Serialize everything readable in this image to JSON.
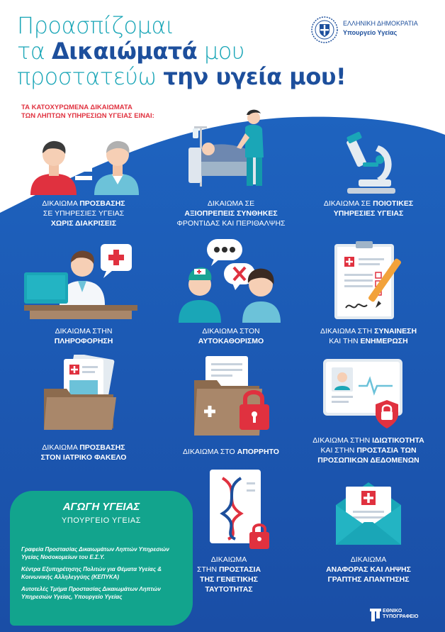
{
  "header": {
    "line1": "Προασπίζομαι",
    "line2_pre": "τα ",
    "line2_bold": "Δικαιώματά",
    "line2_post": " μου",
    "line3_pre": "προστατεύω ",
    "line3_bold": "την υγεία μου!"
  },
  "government": {
    "name": "ΕΛΛΗΝΙΚΗ ΔΗΜΟΚΡΑΤΙΑ",
    "ministry": "Υπουργείο Υγείας"
  },
  "subtitle": {
    "line1": "ΤΑ ΚΑΤΟΧΥΡΩΜΕΝΑ ΔΙΚΑΙΩΜΑΤΑ",
    "line2": "ΤΩΝ ΛΗΠΤΩΝ ΥΠΗΡΕΣΙΩΝ ΥΓΕΙΑΣ ΕΙΝΑΙ:"
  },
  "rights": [
    {
      "l1a": "ΔΙΚΑΙΩΜΑ ",
      "l1b": "ΠΡΟΣΒΑΣΗΣ",
      "l2": "ΣΕ ΥΠΗΡΕΣΙΕΣ ΥΓΕΙΑΣ",
      "l3": "ΧΩΡΙΣ ΔΙΑΚΡΙΣΕΙΣ"
    },
    {
      "l1": "ΔΙΚΑΙΩΜΑ ΣΕ",
      "l2": "ΑΞΙΟΠΡΕΠΕΙΣ ΣΥΝΘΗΚΕΣ",
      "l3": "ΦΡΟΝΤΙΔΑΣ ΚΑΙ ΠΕΡΙΘΑΛΨΗΣ"
    },
    {
      "l1a": "ΔΙΚΑΙΩΜΑ ΣΕ ",
      "l1b": "ΠΟΙΟΤΙΚΕΣ",
      "l2": "ΥΠΗΡΕΣΙΕΣ ΥΓΕΙΑΣ"
    },
    {
      "l1": "ΔΙΚΑΙΩΜΑ ΣΤΗΝ",
      "l2": "ΠΛΗΡΟΦΟΡΗΣΗ"
    },
    {
      "l1": "ΔΙΚΑΙΩΜΑ ΣΤΟΝ",
      "l2": "ΑΥΤΟΚΑΘΟΡΙΣΜΟ"
    },
    {
      "l1a": "ΔΙΚΑΙΩΜΑ ΣΤΗ ",
      "l1b": "ΣΥΝΑΙΝΕΣΗ",
      "l2a": "ΚΑΙ ΤΗΝ ",
      "l2b": "ΕΝΗΜΕΡΩΣΗ"
    },
    {
      "l1a": "ΔΙΚΑΙΩΜΑ ",
      "l1b": "ΠΡΟΣΒΑΣΗΣ",
      "l2": "ΣΤΟΝ ΙΑΤΡΙΚΟ ΦΑΚΕΛΟ"
    },
    {
      "l1a": "ΔΙΚΑΙΩΜΑ ΣΤΟ ",
      "l1b": "ΑΠΟΡΡΗΤΟ"
    },
    {
      "l1a": "ΔΙΚΑΙΩΜΑ ΣΤΗΝ ",
      "l1b": "ΙΔΙΩΤΙΚΟΤΗΤΑ",
      "l2a": "ΚΑΙ ΣΤΗΝ ",
      "l2b": "ΠΡΟΣΤΑΣΙΑ ΤΩΝ",
      "l3": "ΠΡΟΣΩΠΙΚΩΝ ΔΕΔΟΜΕΝΩΝ"
    },
    {
      "l1": "ΔΙΚΑΙΩΜΑ",
      "l2a": "ΣΤΗΝ ",
      "l2b": "ΠΡΟΣΤΑΣΙΑ",
      "l3": "ΤΗΣ ΓΕΝΕΤΙΚΗΣ",
      "l4": "ΤΑΥΤΟΤΗΤΑΣ"
    },
    {
      "l1": "ΔΙΚΑΙΩΜΑ",
      "l2": "ΑΝΑΦΟΡΑΣ ΚΑΙ ΛΗΨΗΣ",
      "l3": "ΓΡΑΠΤΗΣ ΑΠΑΝΤΗΣΗΣ"
    }
  ],
  "info_box": {
    "brand": "ΑΓΩΓΗ ΥΓΕΙΑΣ",
    "ministry": "ΥΠΟΥΡΓΕΙΟ ΥΓΕΙΑΣ",
    "items": [
      "Γραφεία Προστασίας Δικαιωμάτων Ληπτών Υπηρεσιών Υγείας Νοσοκομείων του Ε.Σ.Υ.",
      "Κέντρα Εξυπηρέτησης Πολιτών για Θέματα Υγείας & Κοινωνικής Αλληλεγγύης (ΚΕΠΥΚΑ)",
      "Αυτοτελές Τμήμα Προστασίας Δικαιωμάτων Ληπτών Υπηρεσιών Υγείας, Υπουργείο Υγείας"
    ]
  },
  "footer": {
    "line1": "ΕΘΝΙΚΟ",
    "line2": "ΤΥΠΟΓΡΑΦΕΙΟ"
  },
  "colors": {
    "blue": "#1d5bb4",
    "teal": "#1aa6b7",
    "navy": "#1d4f9c",
    "red": "#e0313f",
    "green": "#12a48d"
  }
}
